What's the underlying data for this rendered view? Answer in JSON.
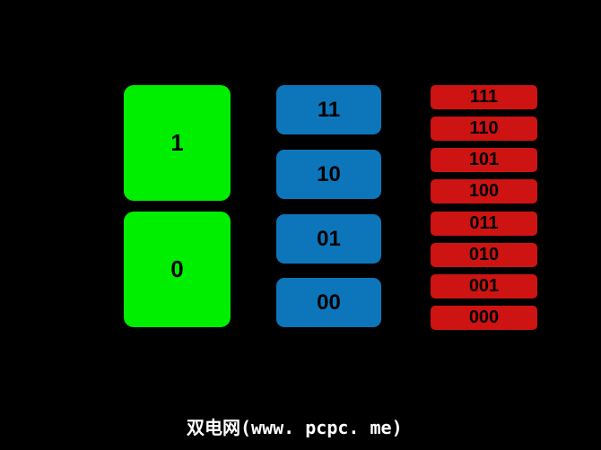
{
  "page": {
    "background_color": "#000000"
  },
  "diagram": {
    "columns": [
      {
        "name": "one-bit-values",
        "box_color": "#00ef00",
        "text_color": "#000000",
        "items": [
          "1",
          "0"
        ]
      },
      {
        "name": "two-bit-values",
        "box_color": "#0d76bb",
        "text_color": "#000000",
        "items": [
          "11",
          "10",
          "01",
          "00"
        ]
      },
      {
        "name": "three-bit-values",
        "box_color": "#ce1313",
        "text_color": "#000000",
        "items": [
          "111",
          "110",
          "101",
          "100",
          "011",
          "010",
          "001",
          "000"
        ]
      }
    ]
  },
  "watermark": {
    "text": "双电网(www. pcpc. me)",
    "color": "#ffffff"
  }
}
